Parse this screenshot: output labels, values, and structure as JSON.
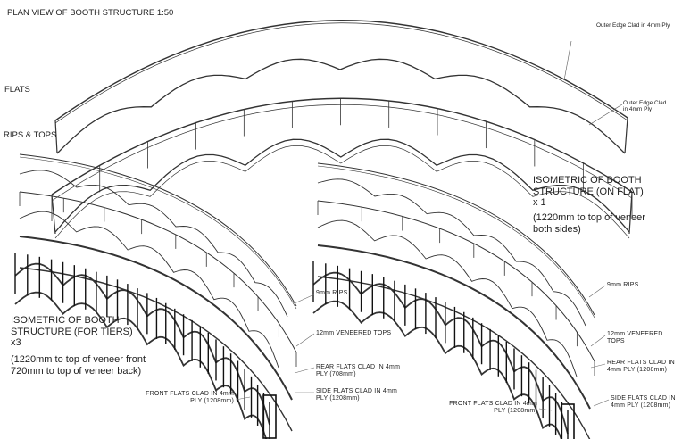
{
  "title": "PLAN VIEW OF BOOTH STRUCTURE 1:50",
  "plan": {
    "flats_label": "FLATS",
    "rips_label": "RIPS & TOPS",
    "outer_edge_note_1": "Outer Edge Clad in 4mm Ply",
    "outer_edge_note_2": "Outer Edge Clad\nin 4mm Ply"
  },
  "iso_tiers": {
    "title": "ISOMETRIC OF BOOTH\nSTRUCTURE (FOR TIERS)\nx3",
    "note": "(1220mm to top of veneer front\n720mm to top of veneer back)",
    "rips": "9mm RIPS",
    "tops": "12mm VENEERED TOPS",
    "rear": "REAR FLATS CLAD IN 4mm\nPLY (708mm)",
    "side": "SIDE FLATS CLAD IN 4mm\nPLY (1208mm)",
    "front": "FRONT FLATS CLAD IN 4mm\nPLY (1208mm)"
  },
  "iso_flat": {
    "title": "ISOMETRIC OF BOOTH\nSTRUCTURE (ON FLAT)\nx 1",
    "note": "(1220mm to top of veneer\nboth sides)",
    "rips": "9mm RIPS",
    "tops": "12mm VENEERED TOPS",
    "rear": "REAR FLATS CLAD IN\n4mm PLY (1208mm)",
    "side": "SIDE FLATS CLAD IN\n4mm PLY (1208mm)",
    "front": "FRONT FLATS CLAD IN 4mm\nPLY (1208mm)"
  }
}
